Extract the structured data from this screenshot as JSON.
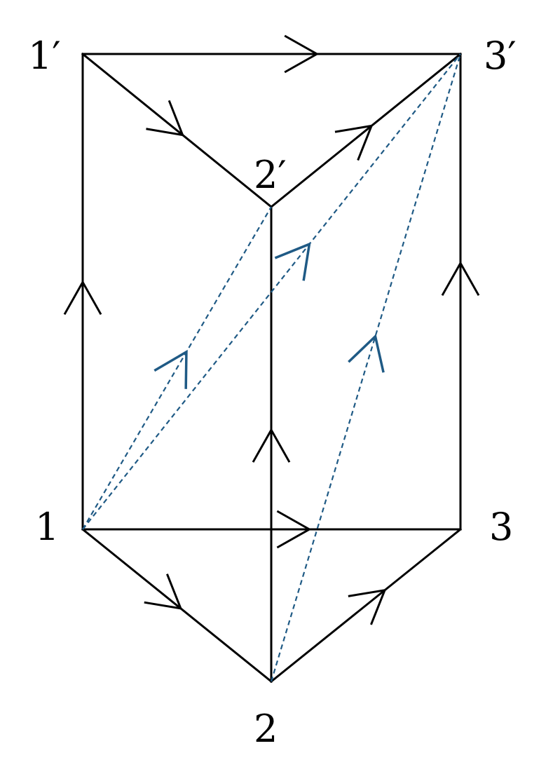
{
  "diagram": {
    "colors": {
      "edge": "#000000",
      "diagonal": "#1f5a85"
    },
    "vertices": {
      "v1": {
        "label": "1"
      },
      "v2": {
        "label": "2"
      },
      "v3": {
        "label": "3"
      },
      "v1p": {
        "label": "1′"
      },
      "v2p": {
        "label": "2′"
      },
      "v3p": {
        "label": "3′"
      }
    },
    "edges": [
      {
        "from": "v1",
        "to": "v2",
        "style": "solid",
        "arrow": true
      },
      {
        "from": "v2",
        "to": "v3",
        "style": "solid",
        "arrow": true
      },
      {
        "from": "v1",
        "to": "v3",
        "style": "solid",
        "arrow": true
      },
      {
        "from": "v1p",
        "to": "v2p",
        "style": "solid",
        "arrow": true
      },
      {
        "from": "v2p",
        "to": "v3p",
        "style": "solid",
        "arrow": true
      },
      {
        "from": "v1p",
        "to": "v3p",
        "style": "solid",
        "arrow": true
      },
      {
        "from": "v1",
        "to": "v1p",
        "style": "solid",
        "arrow": true
      },
      {
        "from": "v2",
        "to": "v2p",
        "style": "solid",
        "arrow": true
      },
      {
        "from": "v3",
        "to": "v3p",
        "style": "solid",
        "arrow": true
      },
      {
        "from": "v1",
        "to": "v2p",
        "style": "dashed",
        "arrow": true
      },
      {
        "from": "v1",
        "to": "v3p",
        "style": "dashed",
        "arrow": true
      },
      {
        "from": "v2",
        "to": "v3p",
        "style": "dashed",
        "arrow": true
      }
    ]
  }
}
